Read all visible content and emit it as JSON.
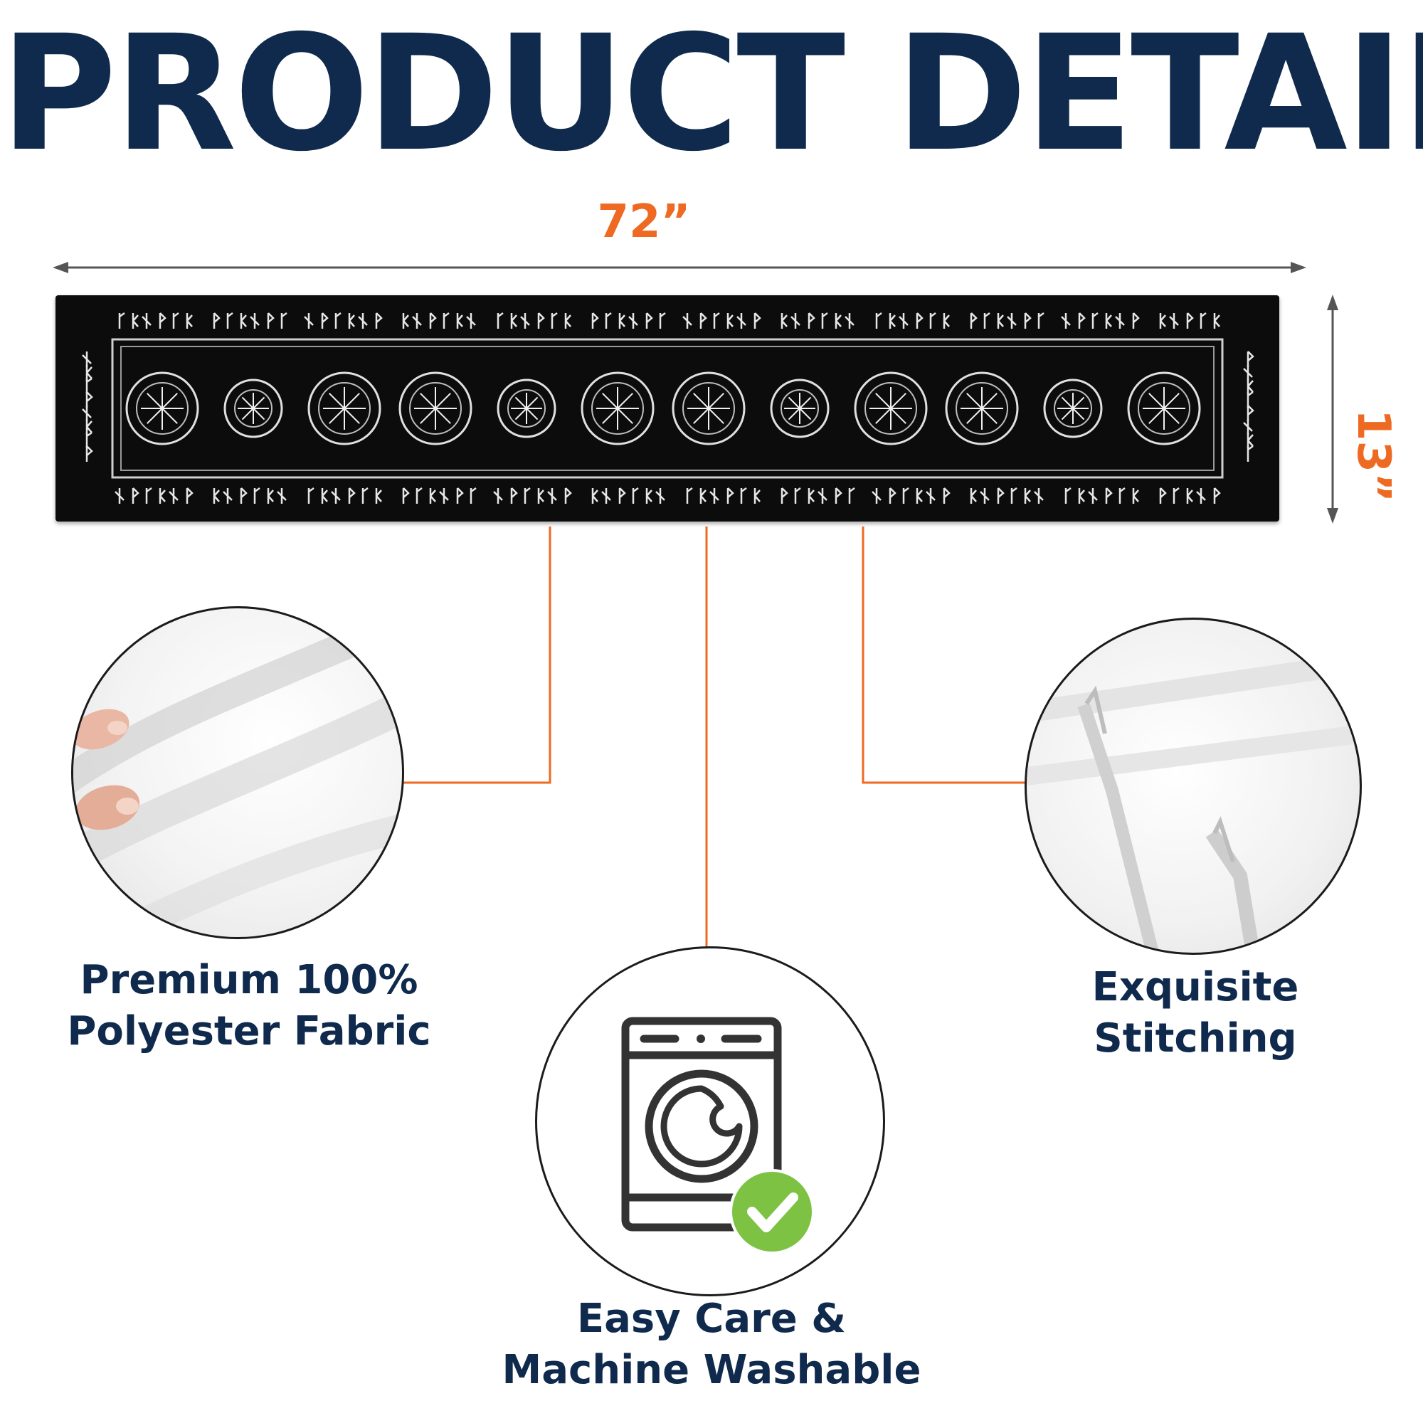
{
  "header": {
    "title": "PRODUCT DETAIL"
  },
  "dimensions": {
    "width": "72”",
    "height": "13”"
  },
  "features": {
    "fabric": {
      "line1": "Premium 100%",
      "line2": "Polyester Fabric"
    },
    "stitching": {
      "line1": "Exquisite",
      "line2": "Stitching"
    },
    "care": {
      "line1": "Easy Care &",
      "line2": "Machine Washable"
    }
  },
  "colors": {
    "title": "#0f2a4c",
    "accent": "#ee6a22",
    "runner": "#0c0c0c",
    "check": "#7dc242",
    "icon": "#333333"
  },
  "icons": [
    "washing-machine-icon",
    "check-badge-icon"
  ]
}
